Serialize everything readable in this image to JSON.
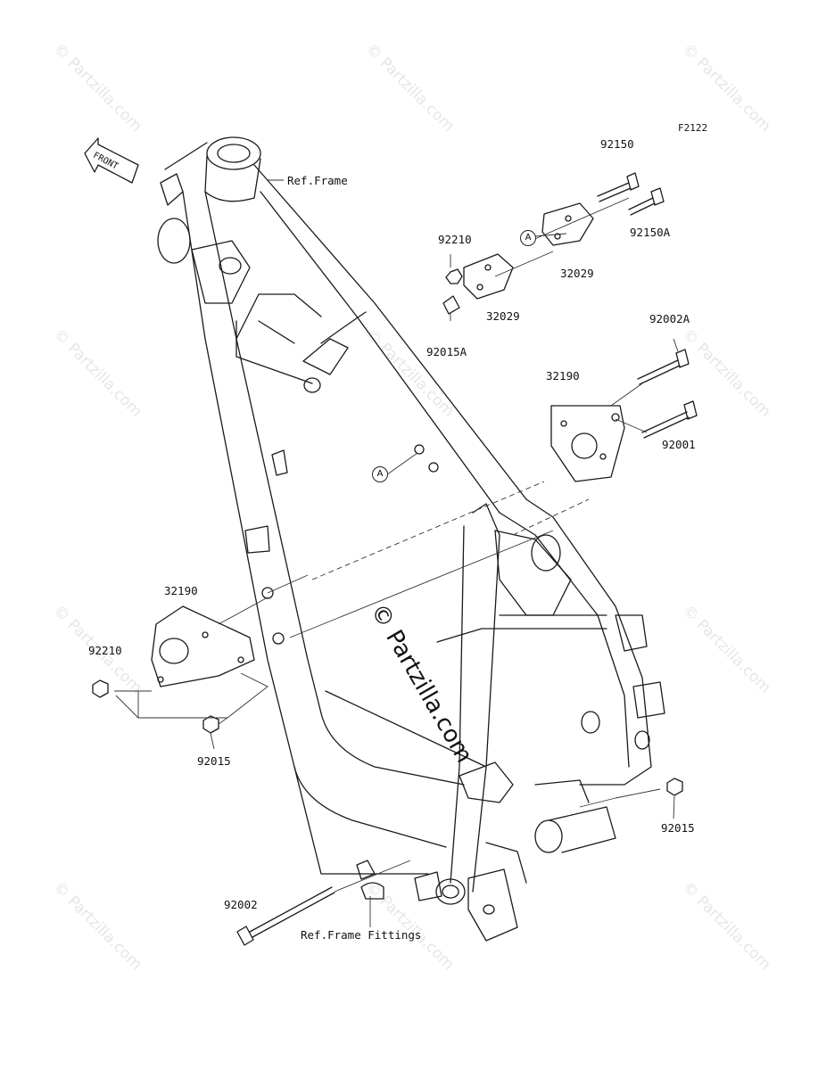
{
  "diagram_code": "F2122",
  "front_label": "FRONT",
  "watermark": "© Partzilla.com",
  "refs": {
    "frame": "Ref.Frame",
    "frame_fittings": "Ref.Frame Fittings",
    "callout_a": "A"
  },
  "parts": {
    "p92150": "92150",
    "p92150A": "92150A",
    "p92210_top": "92210",
    "p32029_a": "32029",
    "p32029_b": "32029",
    "p92015A": "92015A",
    "p92002A": "92002A",
    "p32190_right": "32190",
    "p92001": "92001",
    "p32190_left": "32190",
    "p92210_left": "92210",
    "p92015_left": "92015",
    "p92015_right": "92015",
    "p92002": "92002"
  }
}
